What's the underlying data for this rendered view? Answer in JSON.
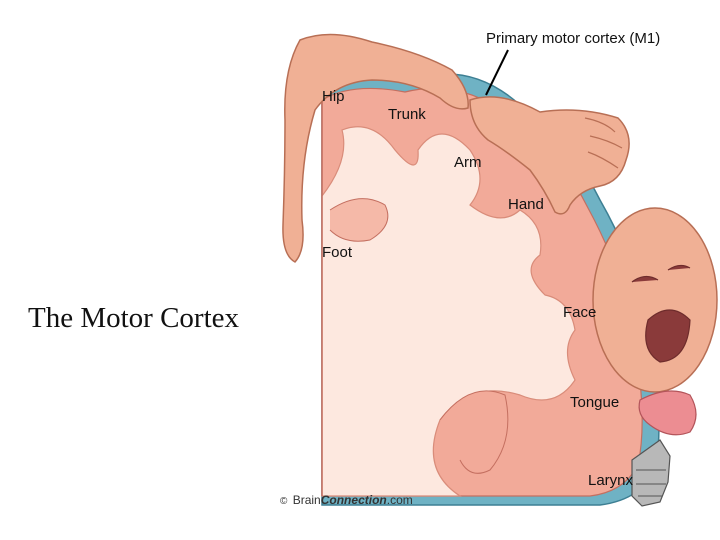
{
  "title": "The Motor Cortex",
  "pointer_label": "Primary motor cortex (M1)",
  "region_labels": {
    "hip": "Hip",
    "trunk": "Trunk",
    "arm": "Arm",
    "hand": "Hand",
    "foot": "Foot",
    "face": "Face",
    "tongue": "Tongue",
    "larynx": "Larynx"
  },
  "credit": {
    "symbol": "©",
    "brand_a": "Brain",
    "brand_b": "Connection",
    "suffix": ".com"
  },
  "colors": {
    "cortex": "#f2aa99",
    "white_matter": "#fde8df",
    "pia_blue": "#6fb2c4",
    "skin": "#f0b095",
    "tongue": "#ec8d92"
  }
}
